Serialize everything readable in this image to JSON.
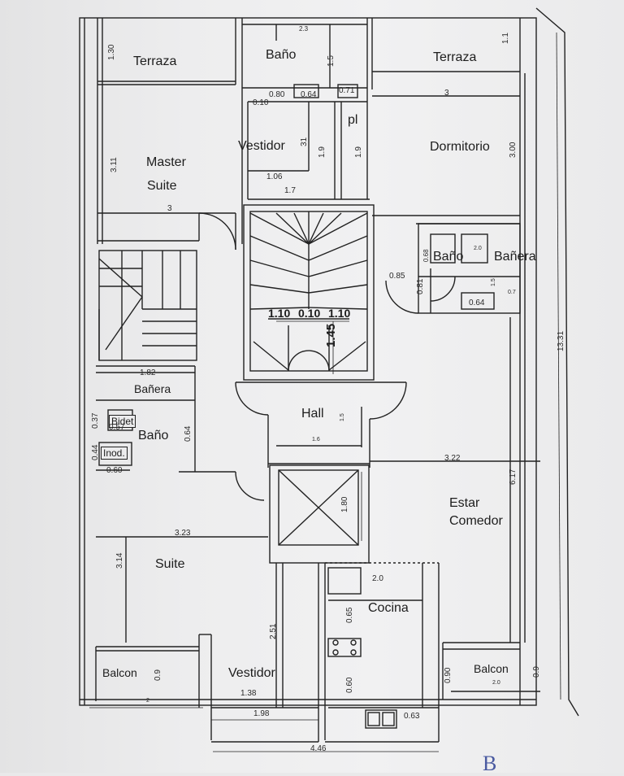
{
  "rooms": {
    "terraza_left": "Terraza",
    "bano_top": "Baño",
    "terraza_right": "Terraza",
    "vestidor_top": "Vestidor",
    "pl": "pl",
    "dormitorio": "Dormitorio",
    "master_suite_line1": "Master",
    "master_suite_line2": "Suite",
    "bano_right": "Baño",
    "banera_right": "Bañera",
    "banera_left": "Bañera",
    "bidet": "Bidet",
    "bano_left": "Baño",
    "inod": "Inod.",
    "hall": "Hall",
    "estar_line1": "Estar",
    "estar_line2": "Comedor",
    "suite": "Suite",
    "cocina": "Cocina",
    "balcon_left": "Balcon",
    "vestidor_bottom": "Vestidor",
    "balcon_right": "Balcon"
  },
  "dimensions": {
    "d_130": "1.30",
    "d_23": "2.3",
    "d_15a": "1.5",
    "d_11": "1.1",
    "d_010": "0.10",
    "d_080": "0.80",
    "d_064a": "0.64",
    "d_071": "0.71",
    "d_3a": "3",
    "d_311": "3.11",
    "d_31": "31",
    "d_19a": "1.9",
    "d_19b": "1.9",
    "d_300": "3.00",
    "d_106": "1.06",
    "d_17": "1.7",
    "d_3b": "3",
    "d_20a": "2.0",
    "d_068": "0.68",
    "d_085": "0.85",
    "d_081": "0.81",
    "d_15b": "1.5",
    "d_07": "0.7",
    "d_064b": "0.64",
    "d_110a": "1.10",
    "d_010b": "0.10",
    "d_110b": "1.10",
    "d_145": "1.45",
    "d_1331": "13.31",
    "d_182": "1.82",
    "d_037": "0.37",
    "d_057": "0.57",
    "d_064c": "0.64",
    "d_044": "0.44",
    "d_060": "0.60",
    "d_15c": "1.5",
    "d_16": "1.6",
    "d_322": "3.22",
    "d_617": "6.17",
    "d_180": "1.80",
    "d_323": "3.23",
    "d_314": "3.14",
    "d_20b": "2.0",
    "d_065": "0.65",
    "d_251": "2.51",
    "d_09a": "0.9",
    "d_090": "0.90",
    "d_09b": "0.9",
    "d_20c": "2.0",
    "d_060b": "0.60",
    "d_138": "1.38",
    "d_2": "2",
    "d_198": "1.98",
    "d_063": "0.63",
    "d_446": "4.46"
  },
  "sheet_mark": "B",
  "colors": {
    "paper": "#ececed",
    "ink": "#1d1d1d",
    "pen": "#4a5aa0"
  }
}
